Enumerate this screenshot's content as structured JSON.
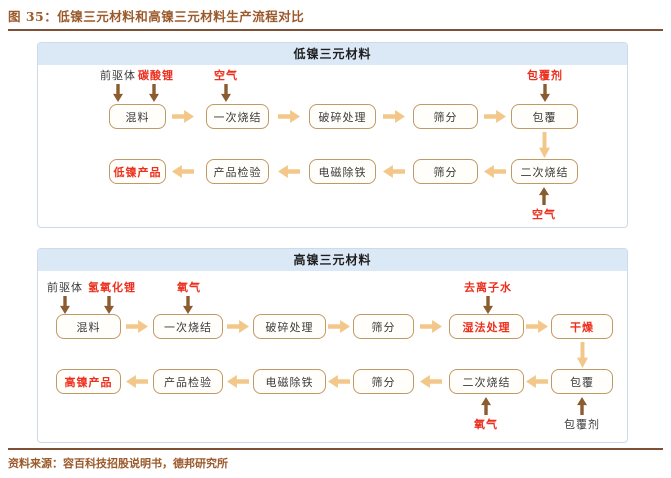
{
  "figure": {
    "title": "图 35：低镍三元材料和高镍三元材料生产流程对比",
    "source": "资料来源：容百科技招股说明书，德邦研究所"
  },
  "colors": {
    "title_brown": "#9B5A2B",
    "rule_brown": "#7E5136",
    "highlight_red": "#ED2F1E",
    "box_border_tan": "#C09A66",
    "panel_border_blue": "#CCDAEC",
    "panel_header_bg": "#DBE9F7",
    "arrow_light_orange": "#F3C78A",
    "arrow_dark_brown": "#8B5C2F"
  },
  "low_nickel": {
    "header": "低镍三元材料",
    "inputs_top": [
      "前驱体",
      "碳酸锂",
      "空气",
      "包覆剂"
    ],
    "row1": [
      "混料",
      "一次烧结",
      "破碎处理",
      "筛分",
      "包覆"
    ],
    "row2": [
      "低镍产品",
      "产品检验",
      "电磁除铁",
      "筛分",
      "二次烧结"
    ],
    "inputs_bottom": [
      "空气"
    ]
  },
  "high_nickel": {
    "header": "高镍三元材料",
    "inputs_top": [
      "前驱体",
      "氢氧化锂",
      "氧气",
      "去离子水"
    ],
    "row1": [
      "混料",
      "一次烧结",
      "破碎处理",
      "筛分",
      "湿法处理",
      "干燥"
    ],
    "row2": [
      "高镍产品",
      "产品检验",
      "电磁除铁",
      "筛分",
      "二次烧结",
      "包覆"
    ],
    "inputs_bottom": [
      "氧气",
      "包覆剂"
    ]
  }
}
